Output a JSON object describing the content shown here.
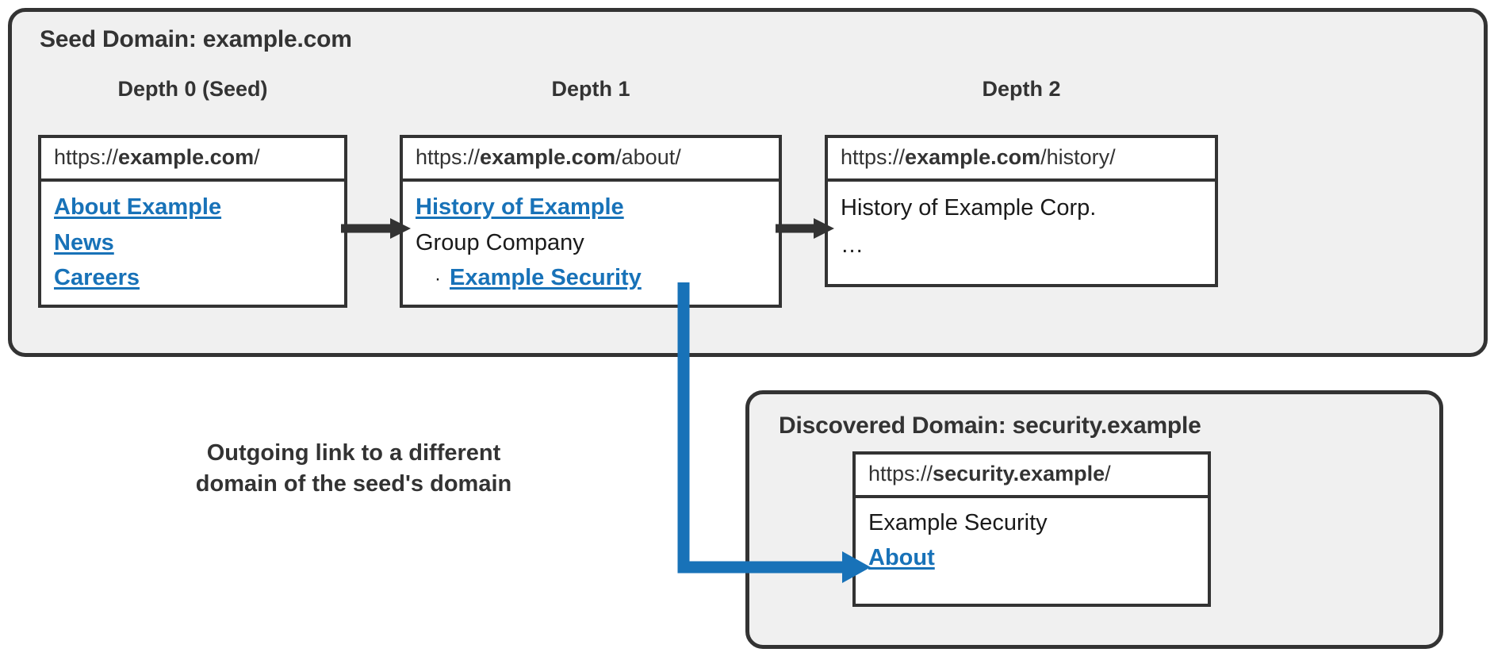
{
  "seed_group": {
    "title": "Seed Domain: example.com",
    "columns": [
      {
        "label": "Depth 0 (Seed)"
      },
      {
        "label": "Depth 1"
      },
      {
        "label": "Depth 2"
      }
    ],
    "pages": {
      "depth0": {
        "url_scheme": "https://",
        "url_host": "example.com",
        "url_path": "/",
        "lines": [
          {
            "text": "About Example",
            "kind": "link"
          },
          {
            "text": "News",
            "kind": "link"
          },
          {
            "text": "Careers",
            "kind": "link"
          }
        ]
      },
      "depth1": {
        "url_scheme": "https://",
        "url_host": "example.com",
        "url_path": "/about/",
        "lines": [
          {
            "text": "History of Example",
            "kind": "link"
          },
          {
            "text": "Group Company",
            "kind": "plain"
          },
          {
            "text": "Example Security",
            "kind": "bullet-link",
            "bullet": "·"
          }
        ]
      },
      "depth2": {
        "url_scheme": "https://",
        "url_host": "example.com",
        "url_path": "/history/",
        "lines": [
          {
            "text": "History of Example Corp.",
            "kind": "plain"
          },
          {
            "text": "…",
            "kind": "plain"
          }
        ]
      }
    }
  },
  "discovered_group": {
    "title": "Discovered Domain: security.example",
    "page": {
      "url_scheme": "https://",
      "url_host": "security.example",
      "url_path": "/",
      "lines": [
        {
          "text": "Example Security",
          "kind": "plain"
        },
        {
          "text": "About",
          "kind": "link"
        }
      ]
    }
  },
  "annotation": {
    "line1": "Outgoing link to a different",
    "line2": "domain of the seed's domain"
  },
  "colors": {
    "link_blue": "#1872b8",
    "arrow_blue": "#1872b8",
    "arrow_dark": "#333333",
    "group_fill": "#f0f0f0",
    "border_dark": "#333333",
    "text_dark": "#1a1a1a"
  }
}
